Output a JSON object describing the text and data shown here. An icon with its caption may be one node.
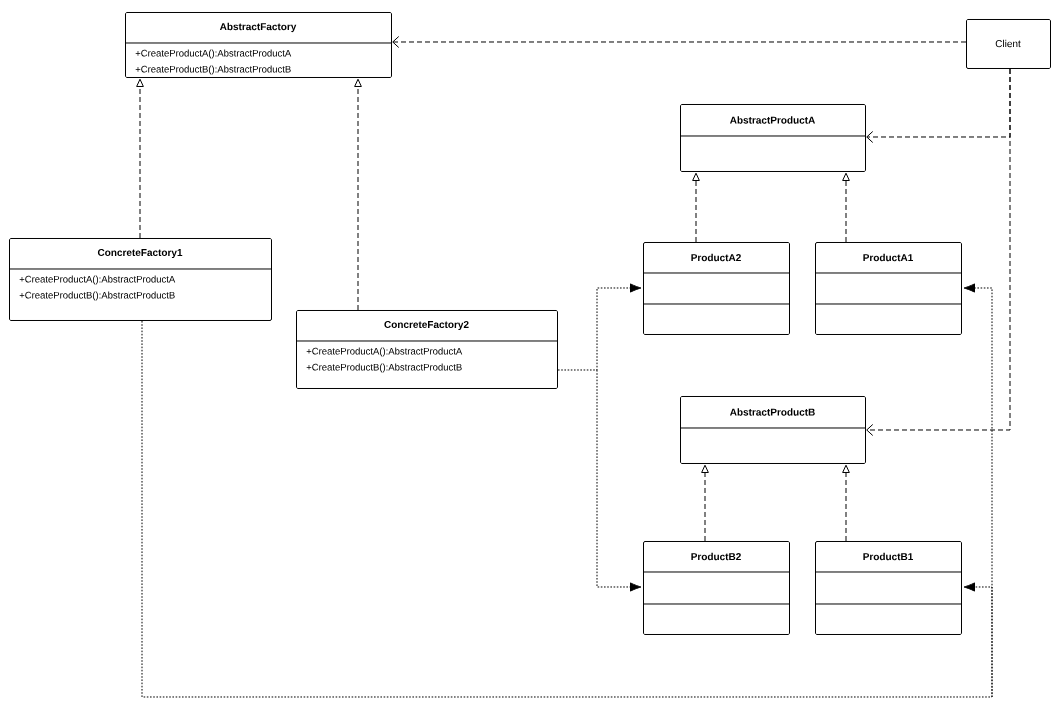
{
  "diagram": {
    "nodes": [
      {
        "text": [
          "AbstractFactory",
          "+CreateProductA():AbstractProductA",
          "+CreateProductB():AbstractProductB"
        ]
      },
      {
        "text": [
          "Client"
        ]
      },
      {
        "text": [
          "AbstractProductA"
        ]
      },
      {
        "text": [
          "ConcreteFactory1",
          "+CreateProductA():AbstractProductA",
          "+CreateProductB():AbstractProductB"
        ]
      },
      {
        "text": [
          "ProductA2"
        ]
      },
      {
        "text": [
          "ProductA1"
        ]
      },
      {
        "text": [
          "ConcreteFactory2",
          "+CreateProductA():AbstractProductA",
          "+CreateProductB():AbstractProductB"
        ]
      },
      {
        "text": [
          "AbstractProductB"
        ]
      },
      {
        "text": [
          "ProductB2"
        ]
      },
      {
        "text": [
          "ProductB1"
        ]
      }
    ],
    "edges": [
      {
        "from": 1,
        "to": 0,
        "arrow": "to",
        "style": "dashed"
      },
      {
        "from": 3,
        "to": 0,
        "arrow": "to",
        "style": "dashed"
      },
      {
        "from": 6,
        "to": 0,
        "arrow": "to",
        "style": "dashed"
      },
      {
        "from": 4,
        "to": 2,
        "arrow": "to",
        "style": "dashed"
      },
      {
        "from": 5,
        "to": 2,
        "arrow": "to",
        "style": "dashed"
      },
      {
        "from": 8,
        "to": 7,
        "arrow": "to",
        "style": "dashed"
      },
      {
        "from": 9,
        "to": 7,
        "arrow": "to",
        "style": "dashed"
      },
      {
        "from": 1,
        "to": 2,
        "arrow": "to",
        "style": "dashed"
      },
      {
        "from": 1,
        "to": 7,
        "arrow": "to",
        "style": "dashed"
      },
      {
        "from": 6,
        "to": 4,
        "arrow": "to",
        "style": "dashed"
      },
      {
        "from": 6,
        "to": 8,
        "arrow": "to",
        "style": "dashed"
      },
      {
        "from": 3,
        "to": 5,
        "arrow": "to",
        "style": "dashed"
      },
      {
        "from": 3,
        "to": 9,
        "arrow": "to",
        "style": "dashed"
      }
    ]
  }
}
